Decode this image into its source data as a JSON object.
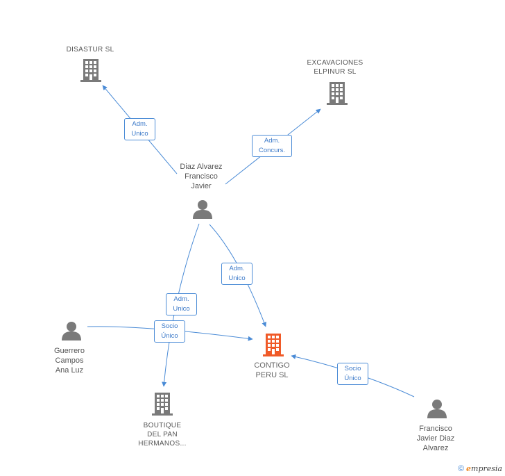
{
  "colors": {
    "edge": "#4a8bd6",
    "node_icon": "#7a7a7a",
    "focus_icon": "#f05a28",
    "label_text": "#555555"
  },
  "nodes": {
    "disastur": {
      "label": "DISASTUR SL",
      "type": "company"
    },
    "excavaciones": {
      "label": "EXCAVACIONES\nELPINUR SL",
      "type": "company"
    },
    "diaz": {
      "label": "Diaz Alvarez\nFrancisco\nJavier",
      "type": "person"
    },
    "guerrero": {
      "label": "Guerrero\nCampos\nAna Luz",
      "type": "person"
    },
    "contigo": {
      "label": "CONTIGO\nPERU SL",
      "type": "company-focus"
    },
    "boutique": {
      "label": "BOUTIQUE\nDEL PAN\nHERMANOS...",
      "type": "company"
    },
    "francisco": {
      "label": "Francisco\nJavier Diaz\nAlvarez",
      "type": "person"
    }
  },
  "edges": {
    "diaz_disastur": {
      "label": "Adm.\nUnico"
    },
    "diaz_excavaciones": {
      "label": "Adm.\nConcurs."
    },
    "diaz_contigo": {
      "label": "Adm.\nUnico"
    },
    "diaz_boutique": {
      "label": "Adm.\nUnico"
    },
    "guerrero_contigo": {
      "label": "Socio\nÚnico"
    },
    "francisco_contigo": {
      "label": "Socio\nÚnico"
    }
  },
  "footer": {
    "copyright_symbol": "©",
    "brand_initial": "e",
    "brand_rest": "mpresia"
  }
}
